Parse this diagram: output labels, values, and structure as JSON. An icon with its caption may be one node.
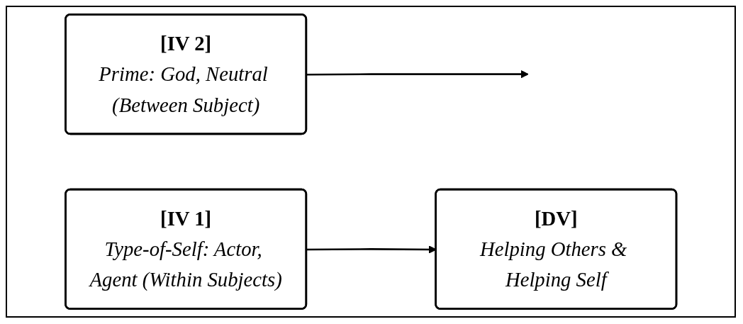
{
  "diagram": {
    "nodes": [
      {
        "text": [
          "[IV 2]",
          "Prime: God, Neutral (Between Subject)"
        ]
      },
      {
        "text": [
          "[IV 1]",
          "Type-of-Self: Actor, Agent (Within Subjects)"
        ]
      },
      {
        "text": [
          "[DV]",
          "Helping Others & Helping Self"
        ]
      }
    ],
    "edges": [
      {
        "from": 1,
        "to": 2,
        "arrow": "to"
      },
      {
        "from": 0,
        "to": null,
        "arrow": "to"
      }
    ]
  }
}
